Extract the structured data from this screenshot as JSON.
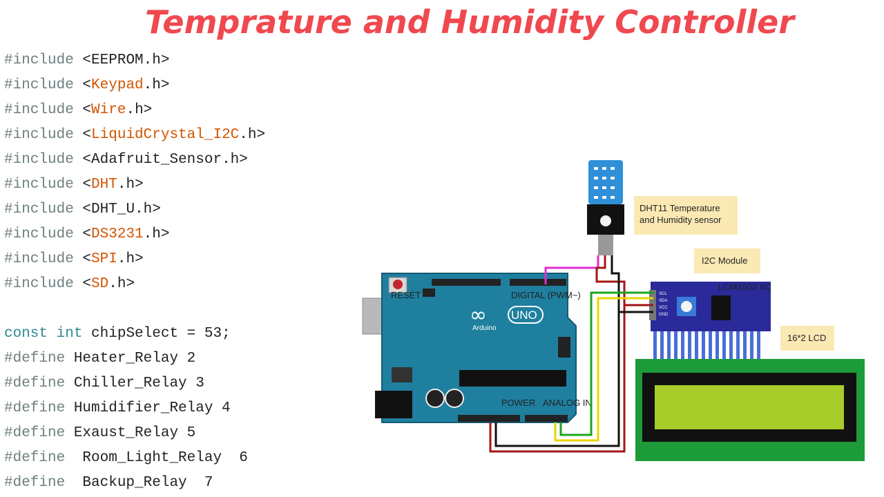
{
  "title": "Temprature and Humidity Controller",
  "code": {
    "includes": [
      {
        "kw": "#include",
        "pre": " <",
        "hl": "",
        "name": "EEPROM",
        "post": ".h>"
      },
      {
        "kw": "#include",
        "pre": " <",
        "hl": "Keypad",
        "name": "",
        "post": ".h>"
      },
      {
        "kw": "#include",
        "pre": " <",
        "hl": "Wire",
        "name": "",
        "post": ".h>"
      },
      {
        "kw": "#include",
        "pre": " <",
        "hl": "LiquidCrystal_I2C",
        "name": "",
        "post": ".h>"
      },
      {
        "kw": "#include",
        "pre": " <",
        "hl": "",
        "name": "Adafruit_Sensor",
        "post": ".h>"
      },
      {
        "kw": "#include",
        "pre": " <",
        "hl": "DHT",
        "name": "",
        "post": ".h>"
      },
      {
        "kw": "#include",
        "pre": " <",
        "hl": "",
        "name": "DHT_U",
        "post": ".h>"
      },
      {
        "kw": "#include",
        "pre": " <",
        "hl": "DS3231",
        "name": "",
        "post": ".h>"
      },
      {
        "kw": "#include",
        "pre": " <",
        "hl": "SPI",
        "name": "",
        "post": ".h>"
      },
      {
        "kw": "#include",
        "pre": " <",
        "hl": "SD",
        "name": "",
        "post": ".h>"
      }
    ],
    "const_line": {
      "kw": "const",
      "type": "int",
      "rest": " chipSelect = 53;"
    },
    "defines": [
      {
        "kw": "#define",
        "rest": " Heater_Relay 2"
      },
      {
        "kw": "#define",
        "rest": " Chiller_Relay 3"
      },
      {
        "kw": "#define",
        "rest": " Humidifier_Relay 4"
      },
      {
        "kw": "#define",
        "rest": " Exaust_Relay 5"
      },
      {
        "kw": "#define",
        "rest": "  Room_Light_Relay  6"
      },
      {
        "kw": "#define",
        "rest": "  Backup_Relay  7"
      }
    ]
  },
  "diagram": {
    "dht_label_1": "DHT11 Temperature",
    "dht_label_2": "and Humidity sensor",
    "i2c_label": "I2C Module",
    "lcd_label": "16*2 LCD",
    "board_brand": "Arduino",
    "board_model": "UNO",
    "i2c_board_text": "LCM1602 IIC",
    "reset_text": "RESET",
    "digital_text": "DIGITAL (PWM~)",
    "power_text": "POWER",
    "analog_text": "ANALOG IN",
    "i2c_pins": [
      "SCL",
      "SDA",
      "VCC",
      "GND"
    ]
  },
  "colors": {
    "title": "#f0484f",
    "board": "#1f7f9f",
    "sensor": "#2f8fd8",
    "i2c": "#2a2a9a",
    "lcd_frame": "#1d9a3a",
    "lcd_screen": "#a8cc2a",
    "label_bg": "#fbe9b4"
  }
}
